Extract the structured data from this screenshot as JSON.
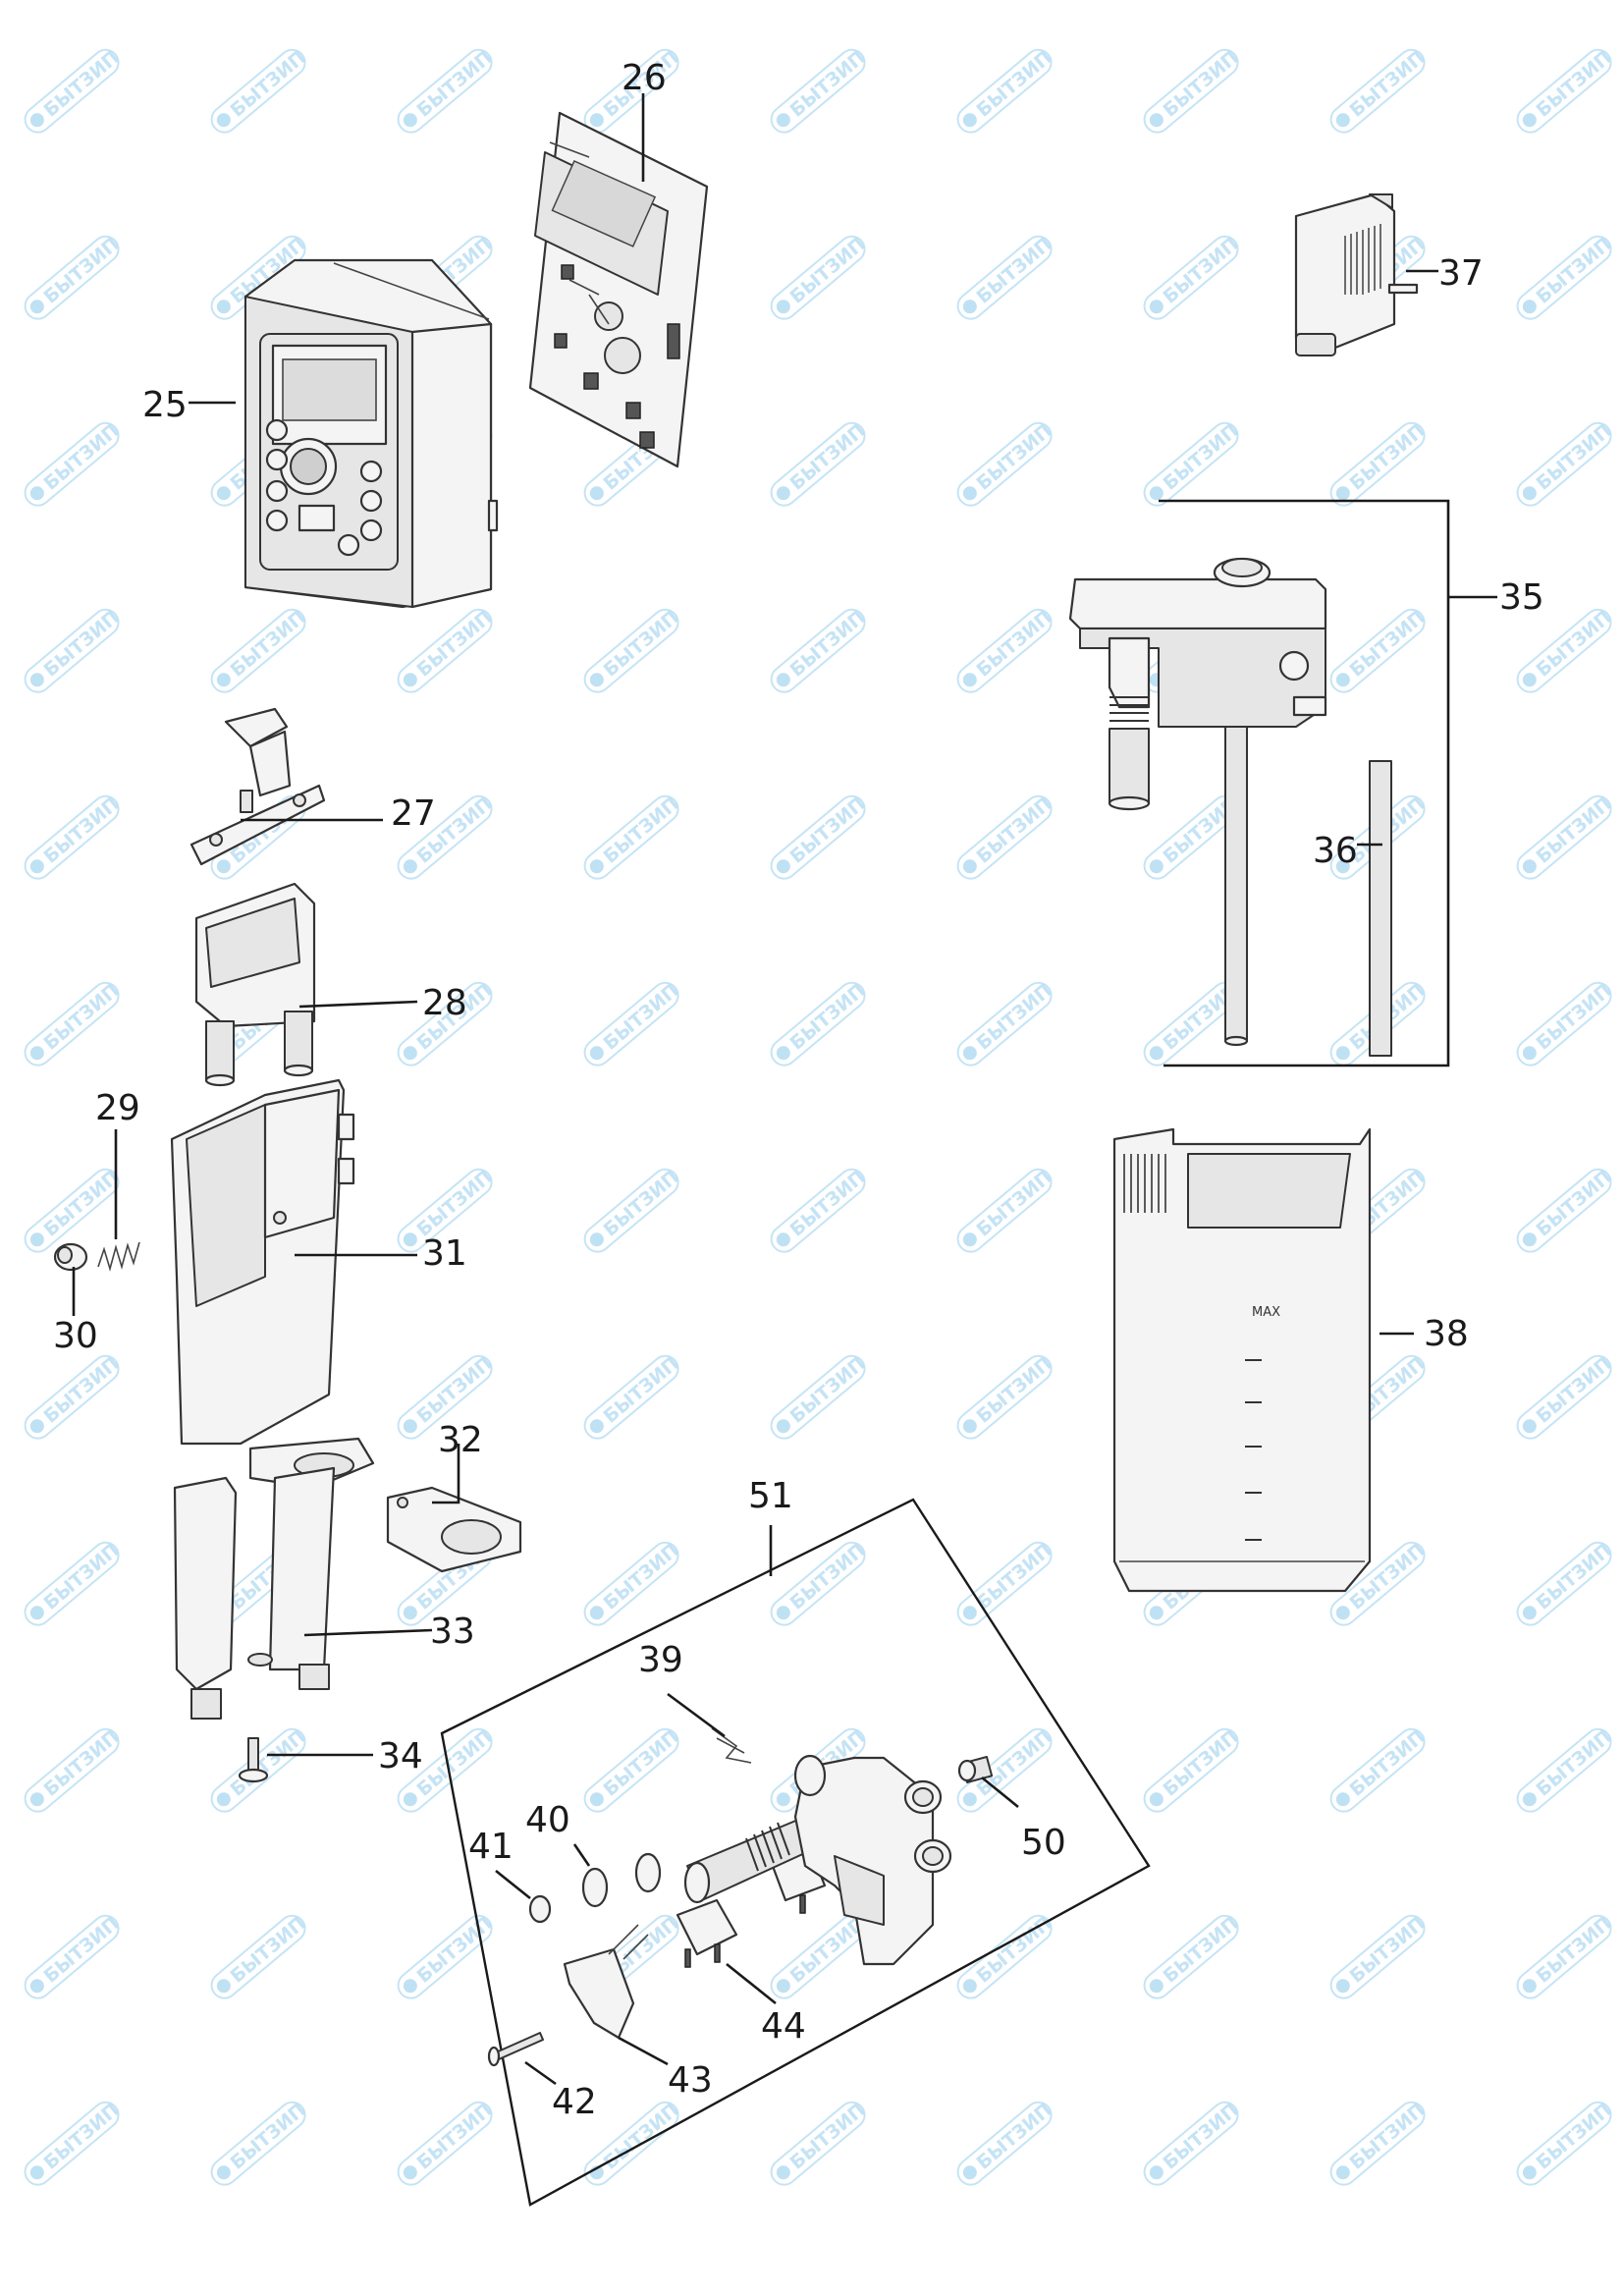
{
  "watermark": {
    "text": "БЫТЗИП"
  },
  "callouts": {
    "p25": "25",
    "p26": "26",
    "p27": "27",
    "p28": "28",
    "p29": "29",
    "p30": "30",
    "p31": "31",
    "p32": "32",
    "p33": "33",
    "p34": "34",
    "p35": "35",
    "p36": "36",
    "p37": "37",
    "p38": "38",
    "p39": "39",
    "p40": "40",
    "p41": "41",
    "p42": "42",
    "p43": "43",
    "p44": "44",
    "p50": "50",
    "p51": "51"
  },
  "tank": {
    "max_label": "MAX"
  }
}
